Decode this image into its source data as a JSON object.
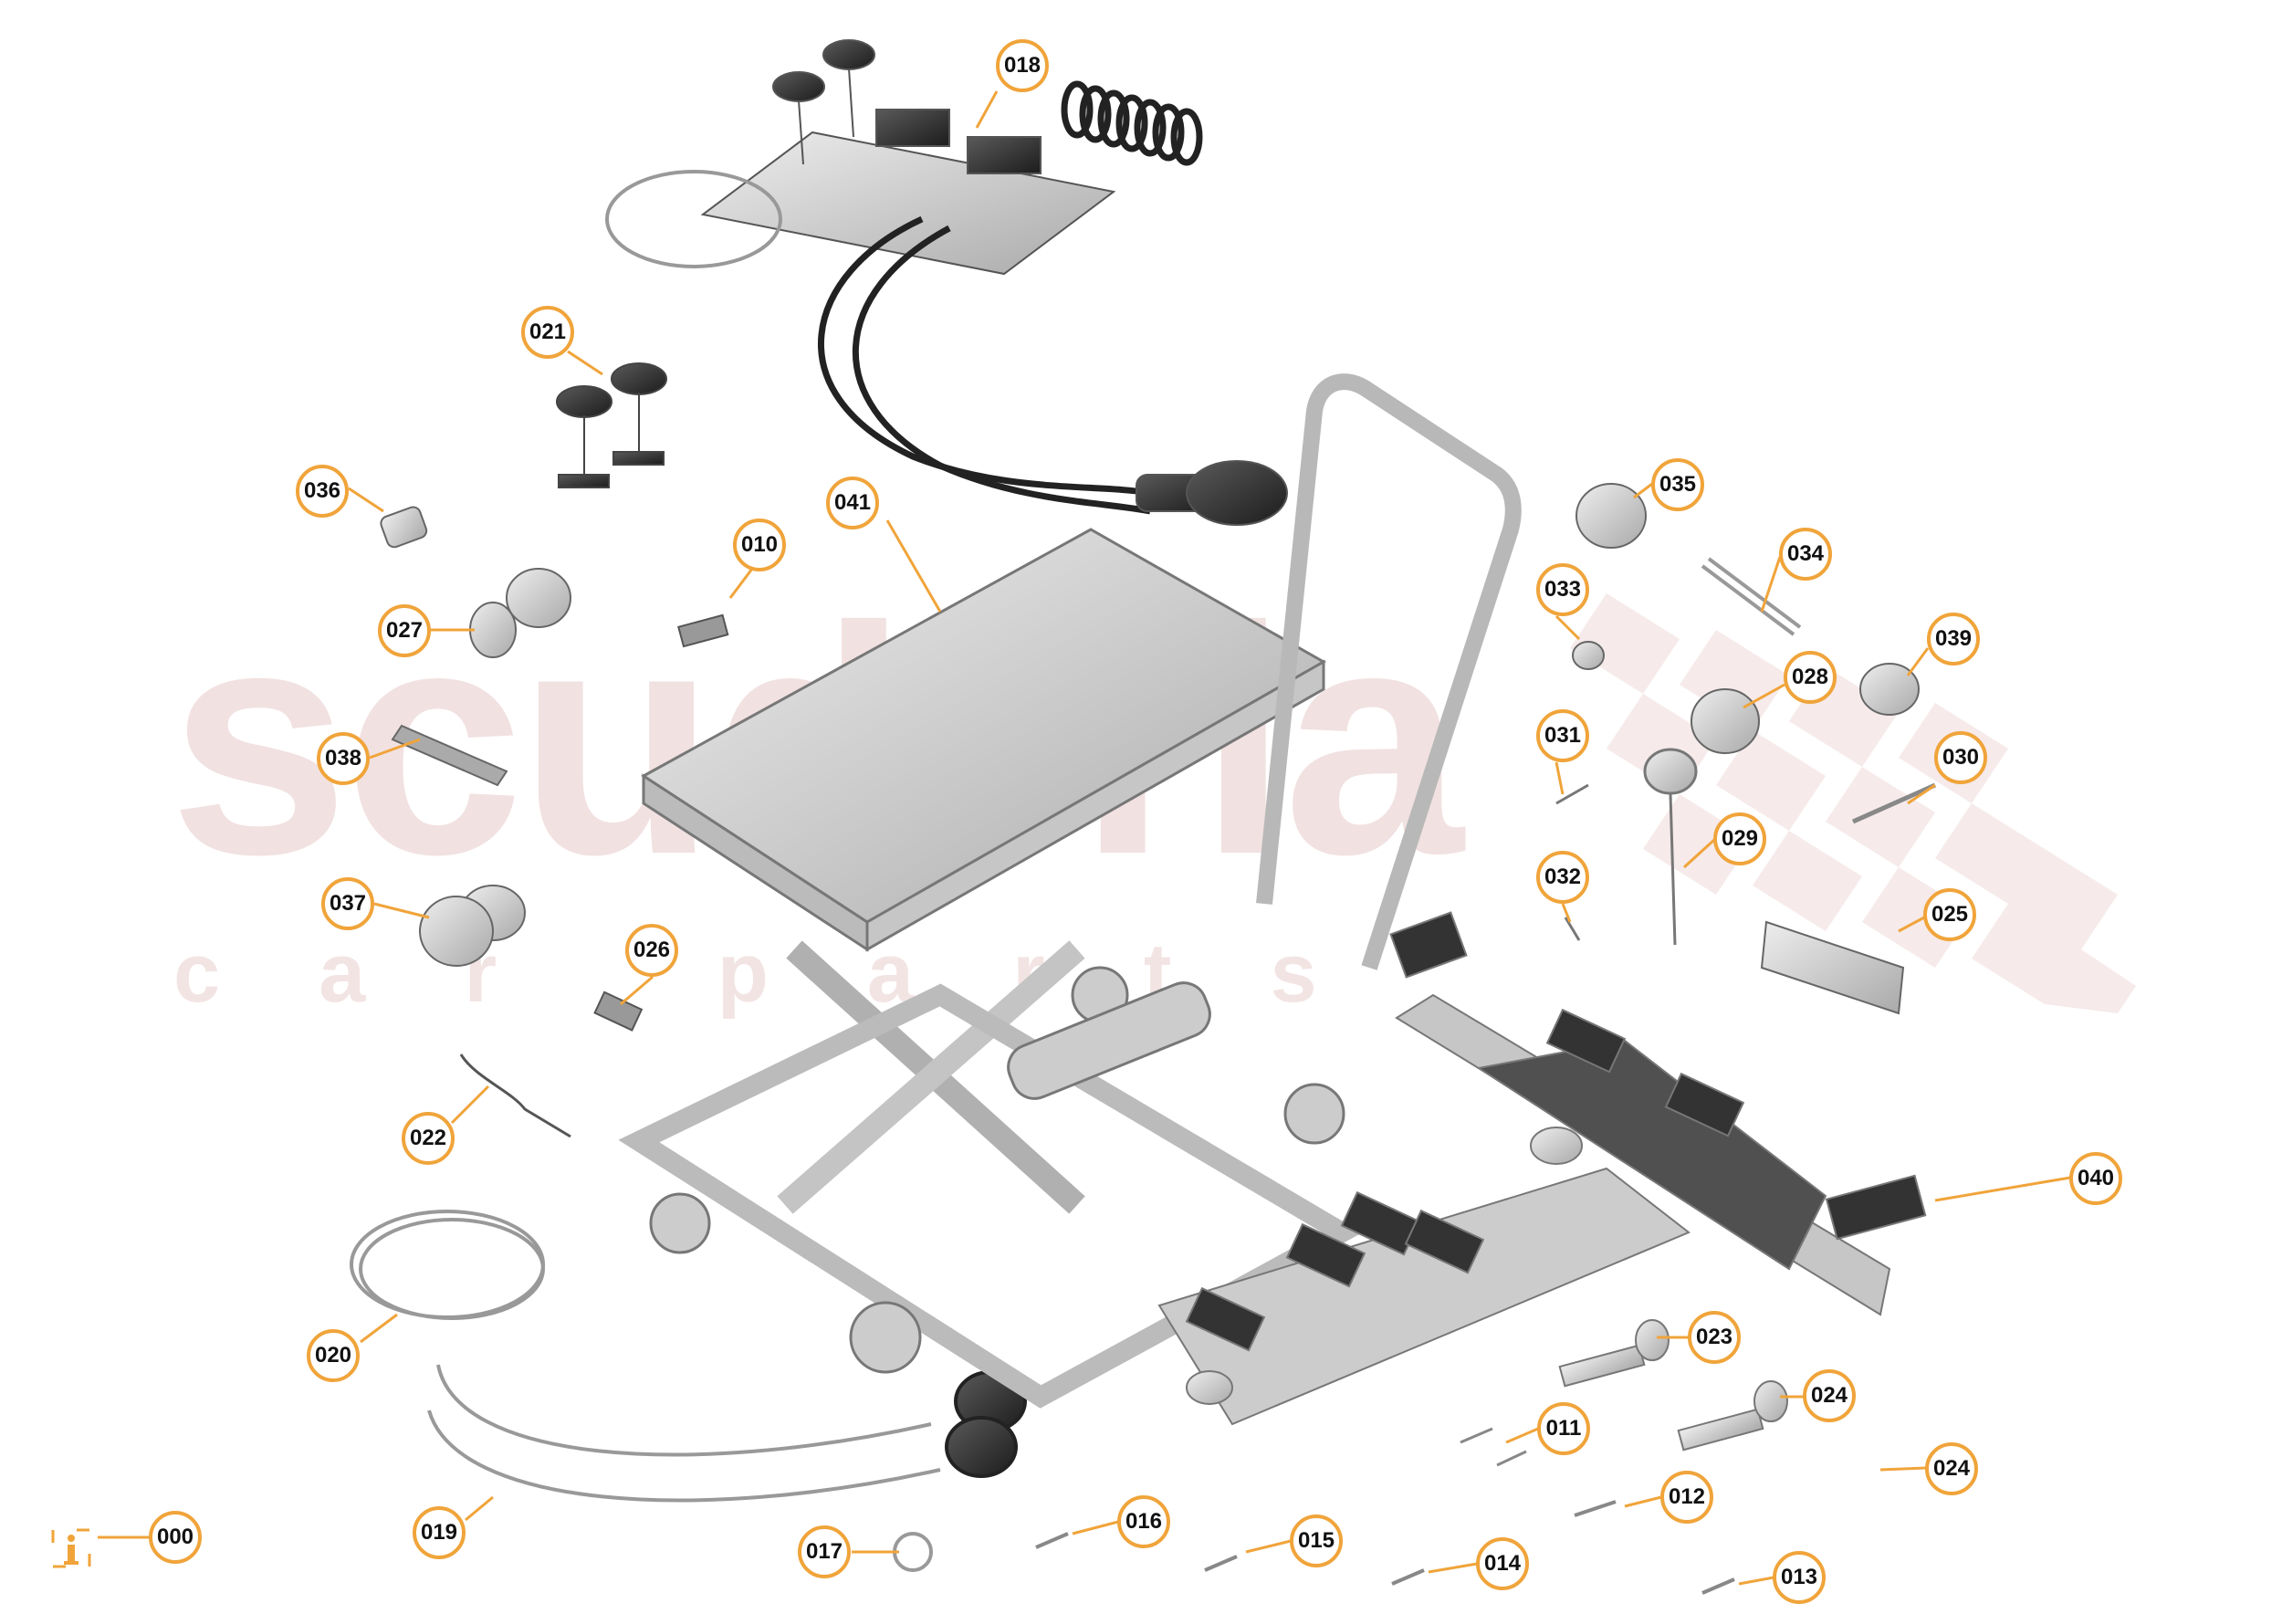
{
  "watermark": {
    "brand": "scuderia",
    "sub": "car parts"
  },
  "info_icon": {
    "glyph": "i",
    "color": "#f0a43a"
  },
  "accent_color": "#f0a43a",
  "callouts": [
    {
      "id": "000",
      "label": "000"
    },
    {
      "id": "010",
      "label": "010"
    },
    {
      "id": "011",
      "label": "011"
    },
    {
      "id": "012",
      "label": "012"
    },
    {
      "id": "013",
      "label": "013"
    },
    {
      "id": "014",
      "label": "014"
    },
    {
      "id": "015",
      "label": "015"
    },
    {
      "id": "016",
      "label": "016"
    },
    {
      "id": "017",
      "label": "017"
    },
    {
      "id": "018",
      "label": "018"
    },
    {
      "id": "019",
      "label": "019"
    },
    {
      "id": "020",
      "label": "020"
    },
    {
      "id": "021",
      "label": "021"
    },
    {
      "id": "022",
      "label": "022"
    },
    {
      "id": "023",
      "label": "023"
    },
    {
      "id": "024a",
      "label": "024"
    },
    {
      "id": "024b",
      "label": "024"
    },
    {
      "id": "025",
      "label": "025"
    },
    {
      "id": "026",
      "label": "026"
    },
    {
      "id": "027",
      "label": "027"
    },
    {
      "id": "028",
      "label": "028"
    },
    {
      "id": "029",
      "label": "029"
    },
    {
      "id": "030",
      "label": "030"
    },
    {
      "id": "031",
      "label": "031"
    },
    {
      "id": "032",
      "label": "032"
    },
    {
      "id": "033",
      "label": "033"
    },
    {
      "id": "034",
      "label": "034"
    },
    {
      "id": "035",
      "label": "035"
    },
    {
      "id": "036",
      "label": "036"
    },
    {
      "id": "037",
      "label": "037"
    },
    {
      "id": "038",
      "label": "038"
    },
    {
      "id": "039",
      "label": "039"
    },
    {
      "id": "040",
      "label": "040"
    },
    {
      "id": "041",
      "label": "041"
    }
  ]
}
